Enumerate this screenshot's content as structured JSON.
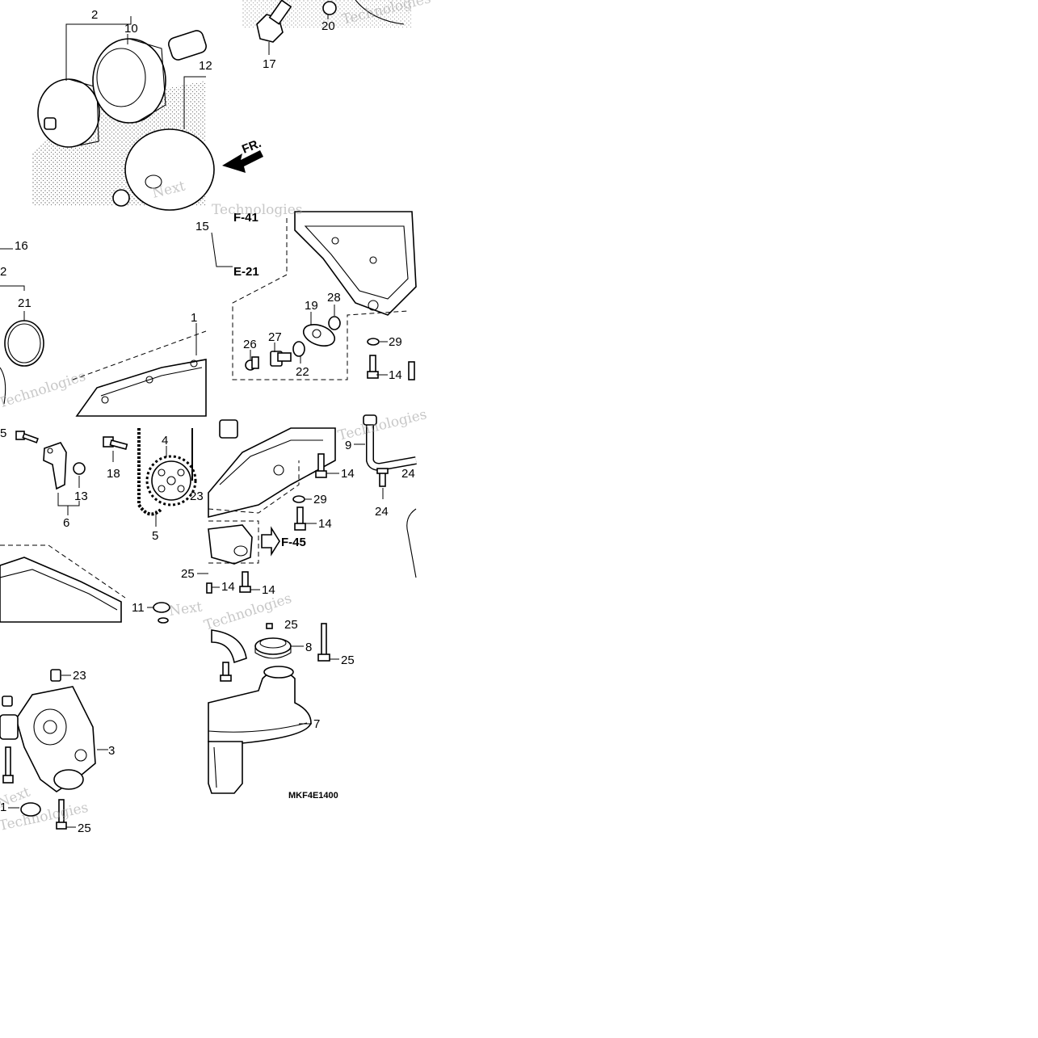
{
  "diagram": {
    "code": "MKF4E1400",
    "watermark_lines": [
      "Next",
      "Technologies"
    ],
    "direction_label": "FR.",
    "references": [
      "F-41",
      "E-21",
      "F-45"
    ],
    "callouts": {
      "c2a": "2",
      "c10": "10",
      "c12": "12",
      "c17": "17",
      "c20": "20",
      "c16": "16",
      "c2b": "2",
      "c21": "21",
      "c1": "1",
      "c15": "15",
      "c19": "19",
      "c28": "28",
      "c26": "26",
      "c27": "27",
      "c22": "22",
      "c29a": "29",
      "c14a": "14",
      "c5a": "5",
      "c18": "18",
      "c4": "4",
      "c13": "13",
      "c6": "6",
      "c23a": "23",
      "c5b": "5",
      "c14b": "14",
      "c29b": "29",
      "c14c": "14",
      "c9": "9",
      "c24a": "24",
      "c24b": "24",
      "c25a": "25",
      "c14d": "14",
      "c14e": "14",
      "c11": "11",
      "c25b": "25",
      "c8": "8",
      "c25c": "25",
      "c7": "7",
      "c23b": "23",
      "c3": "3",
      "c1b": "1",
      "c25d": "25"
    }
  }
}
